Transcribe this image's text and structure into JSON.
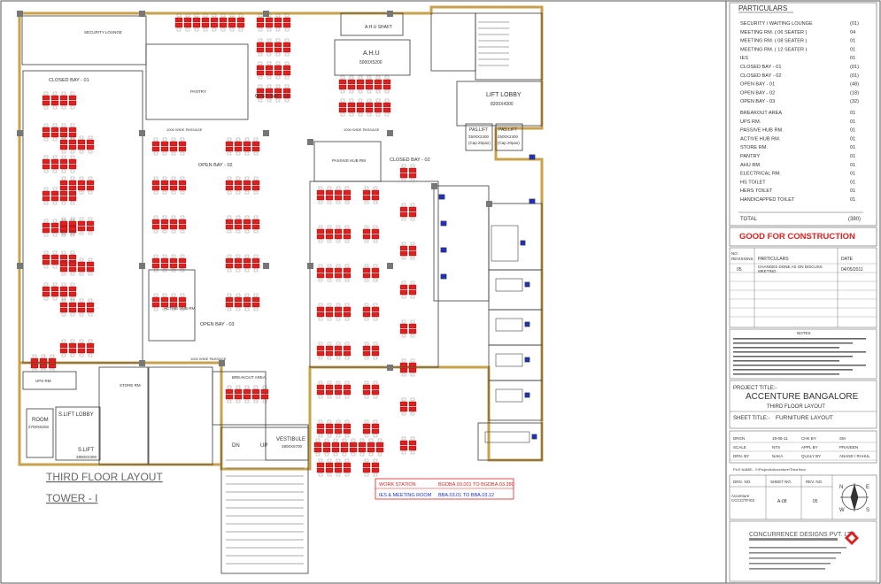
{
  "particulars": {
    "heading": "PARTICULARS",
    "rows": [
      {
        "label": "SECURITY / WAITING LOUNGE",
        "value": "(01)"
      },
      {
        "label": "MEETING RM. ( 06 SEATER )",
        "value": "04"
      },
      {
        "label": "MEETING RM. ( 08 SEATER )",
        "value": "01"
      },
      {
        "label": "MEETING RM. ( 12 SEATER )",
        "value": "01"
      },
      {
        "label": "IES",
        "value": "01"
      },
      {
        "label": "CLOSED BAY - 01",
        "value": "(01)"
      },
      {
        "label": "CLOSED BAY - 02",
        "value": "(01)"
      },
      {
        "label": "OPEN BAY - 01",
        "value": "(48)"
      },
      {
        "label": "OPEN BAY - 02",
        "value": "(18)"
      },
      {
        "label": "OPEN BAY - 03",
        "value": "(32)"
      },
      {
        "label": "BREAKOUT AREA",
        "value": "01"
      },
      {
        "label": "UPS RM.",
        "value": "01"
      },
      {
        "label": "PASSIVE HUB RM.",
        "value": "01"
      },
      {
        "label": "ACTIVE HUB RM.",
        "value": "01"
      },
      {
        "label": "STORE RM.",
        "value": "01"
      },
      {
        "label": "PANTRY",
        "value": "01"
      },
      {
        "label": "AHU RM.",
        "value": "01"
      },
      {
        "label": "ELECTRICAL RM.",
        "value": "01"
      },
      {
        "label": "HS TOILET",
        "value": "01"
      },
      {
        "label": "HERS TOILET",
        "value": "01"
      },
      {
        "label": "HANDICAPPED TOILET",
        "value": "01"
      }
    ],
    "total_label": "TOTAL",
    "total_value": "(380)"
  },
  "status_stamp": "GOOD FOR CONSTRUCTION",
  "revisions": {
    "headers": [
      "NO. REVISIONS",
      "PARTICULARS",
      "DATE"
    ],
    "rows": [
      {
        "no": "05",
        "text": "CHANGES DONE AS ON DISCUSS MEETING",
        "date": "04/05/2011"
      }
    ]
  },
  "notes_heading": "NOTES",
  "project": {
    "title_label": "PROJECT TITLE:-",
    "name": "ACCENTURE BANGALORE",
    "subtitle": "THIRD FLOOR LAYOUT",
    "sheet_label": "SHEET TITLE:-",
    "sheet_title": "FURNITURE LAYOUT"
  },
  "sign_block": [
    {
      "k1": "DRGN",
      "v1": "19-05-11",
      "k2": "CHK BY",
      "v2": "SM"
    },
    {
      "k1": "SCALE",
      "v1": "NTS",
      "k2": "APPL BY",
      "v2": "PRAVEEN"
    },
    {
      "k1": "DRN. BY",
      "v1": "NAKA",
      "k2": "QUALY BY",
      "v2": "ANAND / RAHUL"
    }
  ],
  "file_name_line": "FILE NAME:- Y:\\Projects\\Accenture\\Third floor",
  "drg_row": {
    "headers": [
      "DRG. NO.",
      "SHEET NO.",
      "REV. NO."
    ],
    "values": [
      "Accenture CCCC/TF/03",
      "A-08",
      "05"
    ]
  },
  "firm_name": "CONCURRENCE DESIGNS PVT. LTD.",
  "plan": {
    "layout_title": "THIRD FLOOR LAYOUT",
    "tower_title": "TOWER - I",
    "legend": [
      {
        "label": "WORK STATION",
        "range": "BGDBA.03.001   TO   BGDBA.03.380",
        "color": "#e0201e"
      },
      {
        "label": "IES & MEETING ROOM",
        "range": "BBA.03.01   TO   BBA.03.12",
        "color": "#1b2fd0"
      }
    ],
    "rooms": {
      "closed_bay_01": "CLOSED BAY - 01",
      "closed_bay_02": "CLOSED BAY - 02",
      "open_bay_01": "OPEN BAY - 01",
      "open_bay_02": "OPEN BAY - 02",
      "open_bay_03": "OPEN BAY - 03",
      "ahu": "A.H.U",
      "ahu_dim": "5000X5200",
      "ahu_shaft": "A.H.U SHAFT",
      "lift_lobby": "LIFT LOBBY",
      "lift_lobby_dim": "8200X4300",
      "pas_lift_1": "PAS.LIFT",
      "pas_lift_2": "PAS.LIFT",
      "lift_dim": "2500X2400",
      "lift_cap": "(Cap.20pax)",
      "s_lift_lobby": "S.LIFT LOBBY",
      "s_lift": "S.LIFT",
      "s_lift_dim": "2800X2300",
      "room": "ROOM",
      "room_dim": "2700X5200",
      "vestibule": "VESTIBULE",
      "vestibule_dim": "2800X5700",
      "dn": "DN",
      "up": "UP",
      "security": "SECURITY LOUNGE",
      "active_hub": "ACTIVE HUB RM",
      "passive_hub": "PASSIVE HUB RM",
      "store": "STORE RM",
      "pantry": "PANTRY",
      "breakout": "BREAKOUT AREA",
      "ups": "UPS RM",
      "passage": "1000 WIDE PASSAGE"
    }
  },
  "colors": {
    "red": "#e0201e",
    "blue": "#1b2fd0",
    "line": "#3a3a3a",
    "wall": "#c8a24a",
    "grey": "#8a8a8a"
  }
}
